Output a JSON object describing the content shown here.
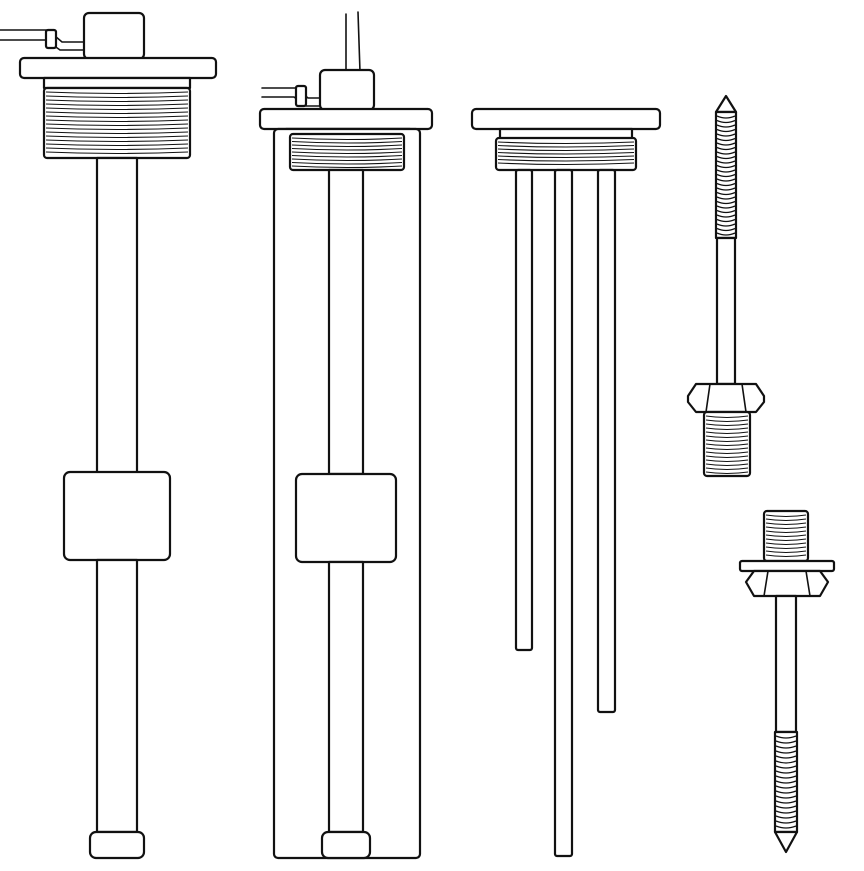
{
  "illustration": {
    "background": "#ffffff",
    "line_color": "#111111",
    "parts": [
      {
        "id": "float-sensor-single",
        "icon": "float-level-sensor-icon"
      },
      {
        "id": "float-sensor-guarded",
        "icon": "guarded-float-sensor-icon"
      },
      {
        "id": "three-rod-probe",
        "icon": "multi-rod-probe-icon"
      },
      {
        "id": "threaded-stud-upper",
        "icon": "lag-screw-stud-icon"
      },
      {
        "id": "threaded-stud-lower",
        "icon": "lag-screw-stud-icon"
      }
    ]
  }
}
